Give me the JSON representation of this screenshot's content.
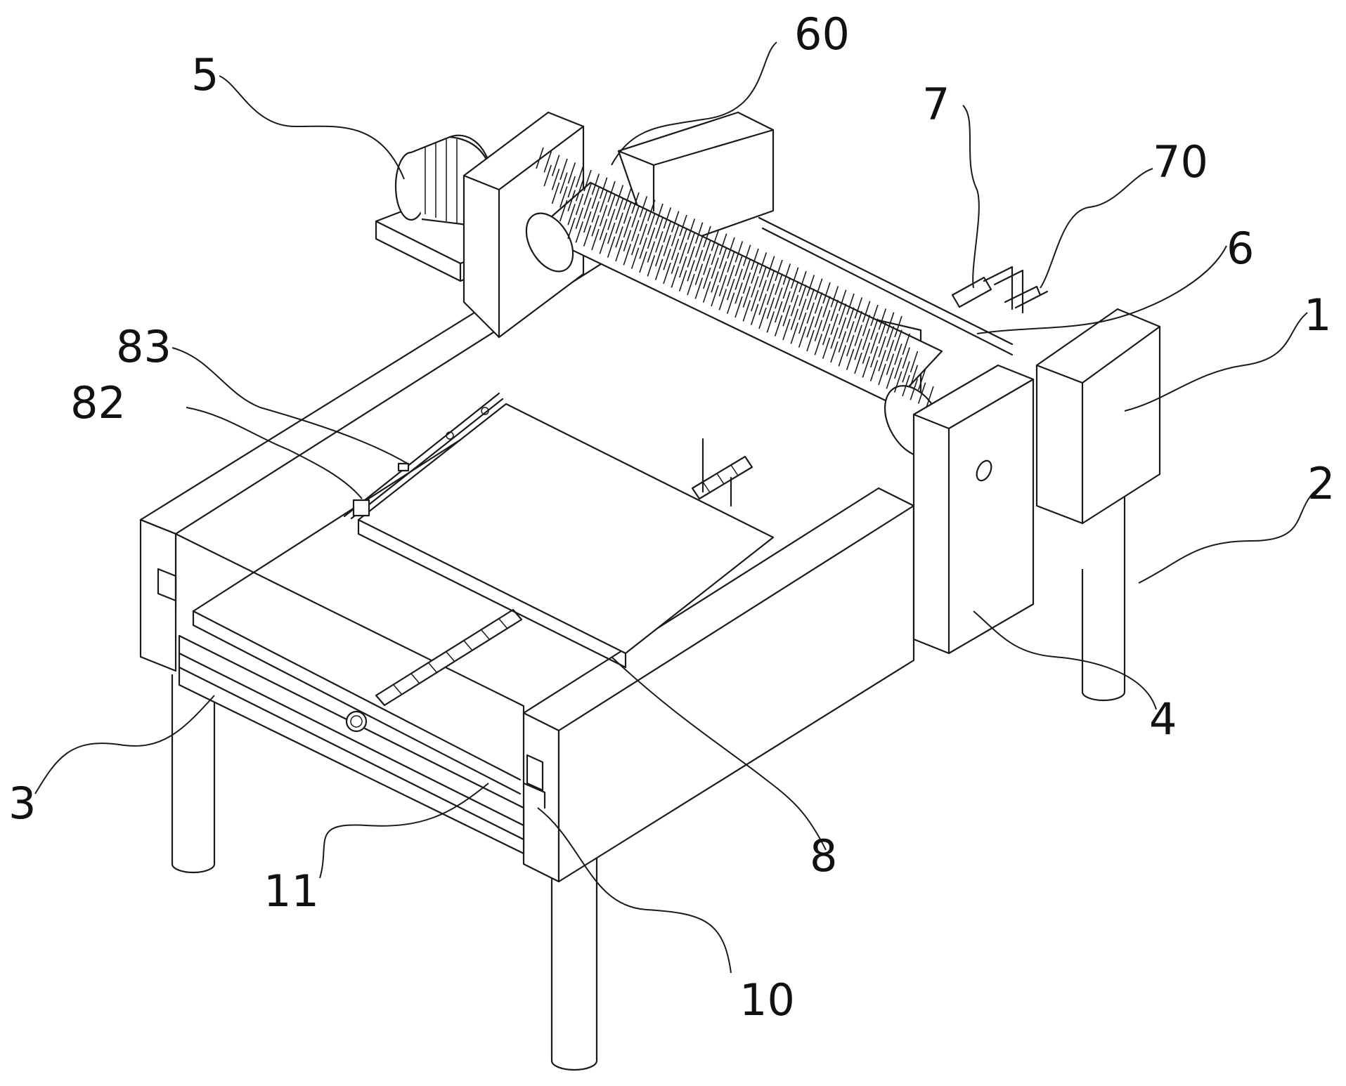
{
  "figure": {
    "labels": [
      "5",
      "60",
      "7",
      "70",
      "6",
      "1",
      "2",
      "83",
      "82",
      "4",
      "3",
      "8",
      "11",
      "10"
    ]
  },
  "colors": {
    "line": "#1a1a1a",
    "background": "#ffffff"
  }
}
